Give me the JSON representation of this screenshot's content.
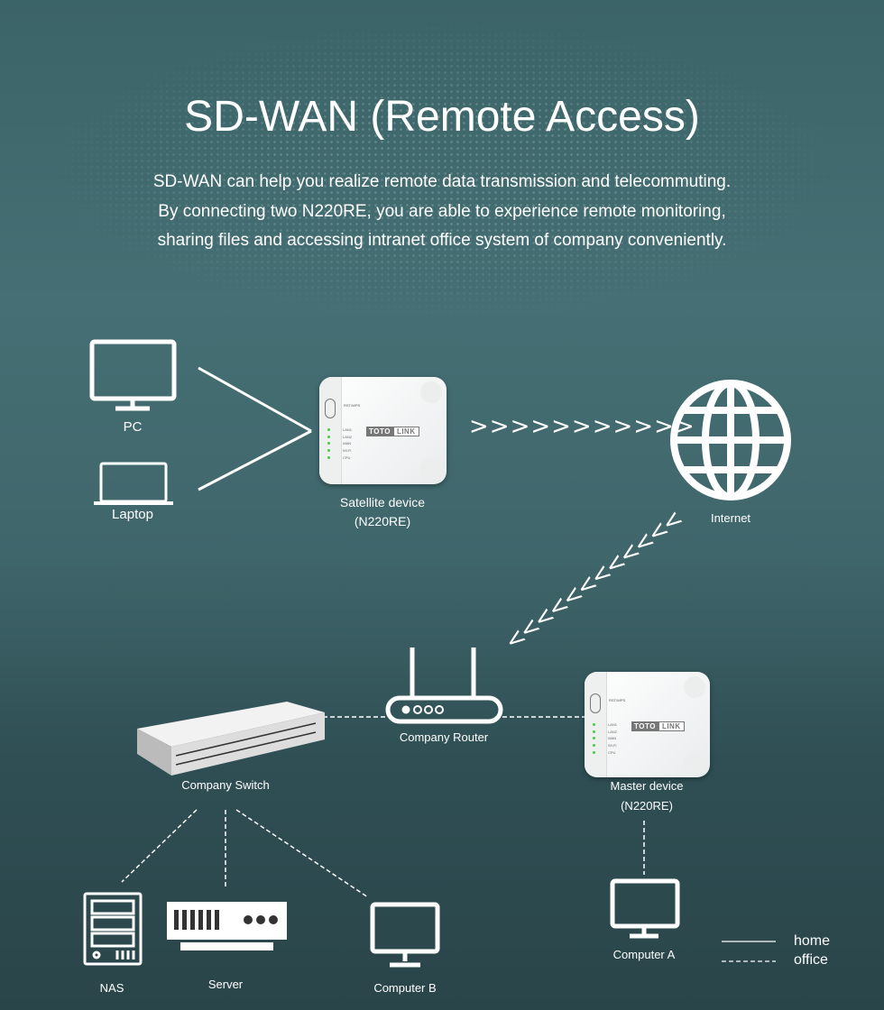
{
  "header": {
    "title": "SD-WAN (Remote Access)",
    "description": [
      "SD-WAN can help you realize remote data transmission and telecommuting.",
      "By connecting two N220RE, you are able to experience remote monitoring,",
      "sharing files and accessing intranet office system of company conveniently."
    ]
  },
  "nodes": {
    "pc": "PC",
    "laptop": "Laptop",
    "satellite": "Satellite device",
    "satellite_model": "(N220RE)",
    "internet": "Internet",
    "router": "Company Router",
    "switch": "Company Switch",
    "master": "Master device",
    "master_model": "(N220RE)",
    "computer_a": "Computer A",
    "nas": "NAS",
    "server": "Server",
    "computer_b": "Computer B"
  },
  "device": {
    "brand_left": "TOTO",
    "brand_right": "LINK",
    "reset_label": "RST/WPS",
    "leds": [
      "LAN1",
      "LAN2",
      "WAN",
      "Wi-Fi",
      "CPU"
    ]
  },
  "arrows": {
    "right": ">>>>>>>>>>>",
    "left": "<<<<<<<<<<<<"
  },
  "legend": {
    "home": "home",
    "office": "office"
  }
}
